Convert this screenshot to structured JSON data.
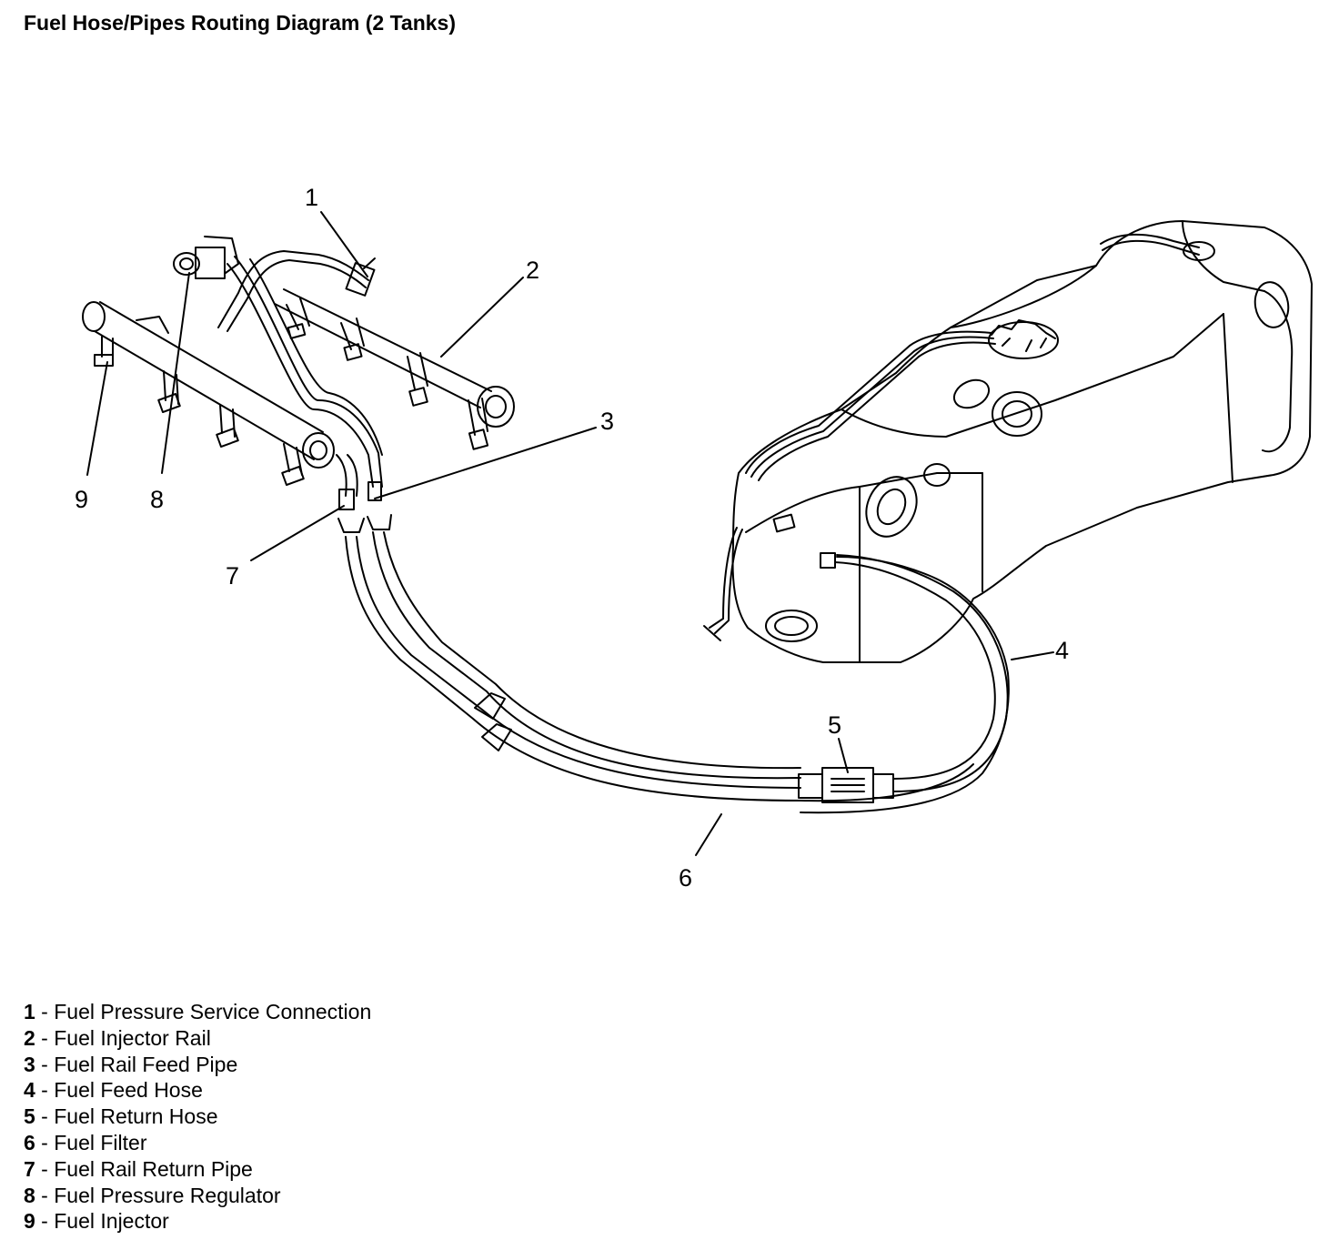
{
  "title": "Fuel Hose/Pipes Routing Diagram (2 Tanks)",
  "callouts": [
    {
      "number": "1"
    },
    {
      "number": "2"
    },
    {
      "number": "3"
    },
    {
      "number": "4"
    },
    {
      "number": "5"
    },
    {
      "number": "6"
    },
    {
      "number": "7"
    },
    {
      "number": "8"
    },
    {
      "number": "9"
    }
  ],
  "legend": [
    {
      "number": "1",
      "separator": " - ",
      "label": "Fuel Pressure Service Connection"
    },
    {
      "number": "2",
      "separator": " - ",
      "label": "Fuel Injector Rail"
    },
    {
      "number": "3",
      "separator": " - ",
      "label": "Fuel Rail Feed Pipe"
    },
    {
      "number": "4",
      "separator": " - ",
      "label": "Fuel Feed Hose"
    },
    {
      "number": "5",
      "separator": " - ",
      "label": "Fuel Return Hose"
    },
    {
      "number": "6",
      "separator": " - ",
      "label": "Fuel Filter"
    },
    {
      "number": "7",
      "separator": " - ",
      "label": "Fuel Rail Return Pipe"
    },
    {
      "number": "8",
      "separator": " - ",
      "label": "Fuel Pressure Regulator"
    },
    {
      "number": "9",
      "separator": " - ",
      "label": "Fuel Injector"
    }
  ]
}
